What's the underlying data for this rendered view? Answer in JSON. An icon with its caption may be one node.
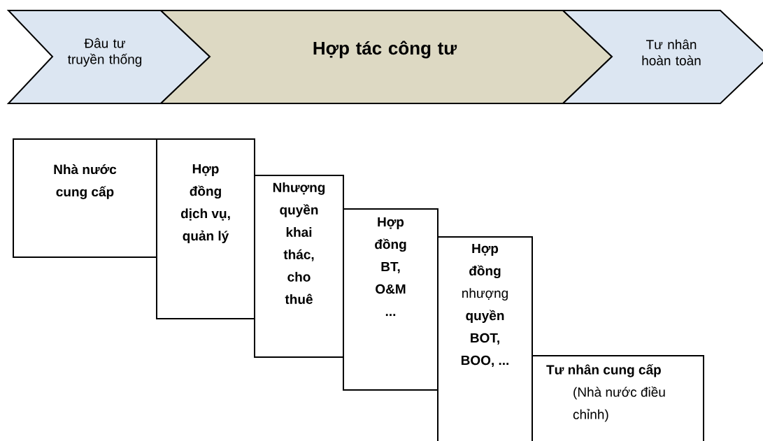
{
  "diagram": {
    "nodes": [
      {
        "text": [
          "Đâu tư truyền thống"
        ]
      },
      {
        "text": [
          "Hợp tác công tư"
        ]
      },
      {
        "text": [
          "Tư nhân hoàn toàn"
        ]
      },
      {
        "text": [
          "Nhà nước cung cấp"
        ]
      },
      {
        "text": [
          "Hợp đồng dịch vụ, quản lý"
        ]
      },
      {
        "text": [
          "Nhượng quyền khai thác, cho thuê"
        ]
      },
      {
        "text": [
          "Hợp đồng BT, O&M ..."
        ]
      },
      {
        "text": [
          "**Hợp đồng** nhượng **quyền BOT, BOO, ...**"
        ]
      },
      {
        "text": [
          "Tư nhân cung cấp",
          "(Nhà nước điều chỉnh)"
        ]
      }
    ]
  }
}
